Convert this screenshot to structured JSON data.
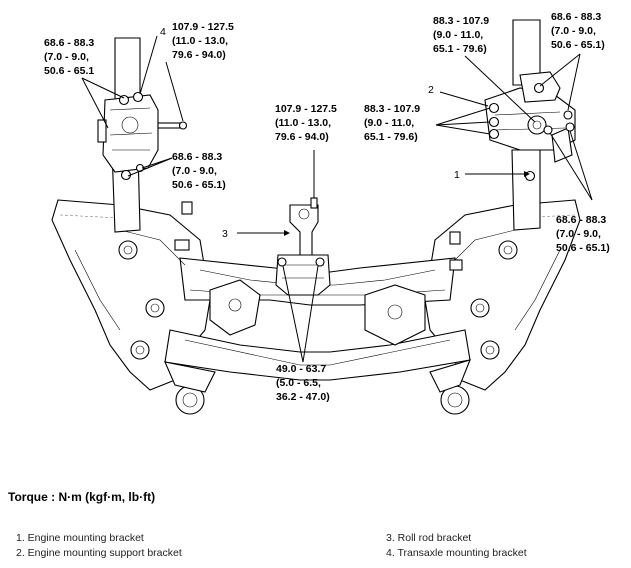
{
  "callouts": {
    "top_left": [
      "68.6 - 88.3",
      "(7.0 - 9.0,",
      "50.6 - 65.1"
    ],
    "transaxle_top": [
      "107.9 - 127.5",
      "(11.0 - 13.0,",
      "79.6 - 94.0)"
    ],
    "left_lower": [
      "68.6 - 88.3",
      "(7.0 - 9.0,",
      "50.6 - 65.1)"
    ],
    "roll_rod_top": [
      "107.9 - 127.5",
      "(11.0 - 13.0,",
      "79.6 - 94.0)"
    ],
    "center_right": [
      "88.3 - 107.9",
      "(9.0 - 11.0,",
      "65.1 - 79.6)"
    ],
    "top_right_mid": [
      "88.3 - 107.9",
      "(9.0 - 11.0,",
      "65.1 - 79.6)"
    ],
    "top_right": [
      "68.6 - 88.3",
      "(7.0 - 9.0,",
      "50.6 - 65.1)"
    ],
    "right_lower": [
      "68.6 - 88.3",
      "(7.0 - 9.0,",
      "50.6 - 65.1)"
    ],
    "bottom_center": [
      "49.0 - 63.7",
      "(5.0 - 6.5,",
      "36.2 - 47.0)"
    ]
  },
  "numbers": {
    "n1": "1",
    "n2": "2",
    "n3": "3",
    "n4": "4"
  },
  "torque_label": "Torque : N·m (kgf·m, lb·ft)",
  "legend": [
    "1. Engine mounting bracket",
    "2. Engine mounting support bracket",
    "3. Roll rod bracket",
    "4. Transaxle mounting bracket"
  ]
}
